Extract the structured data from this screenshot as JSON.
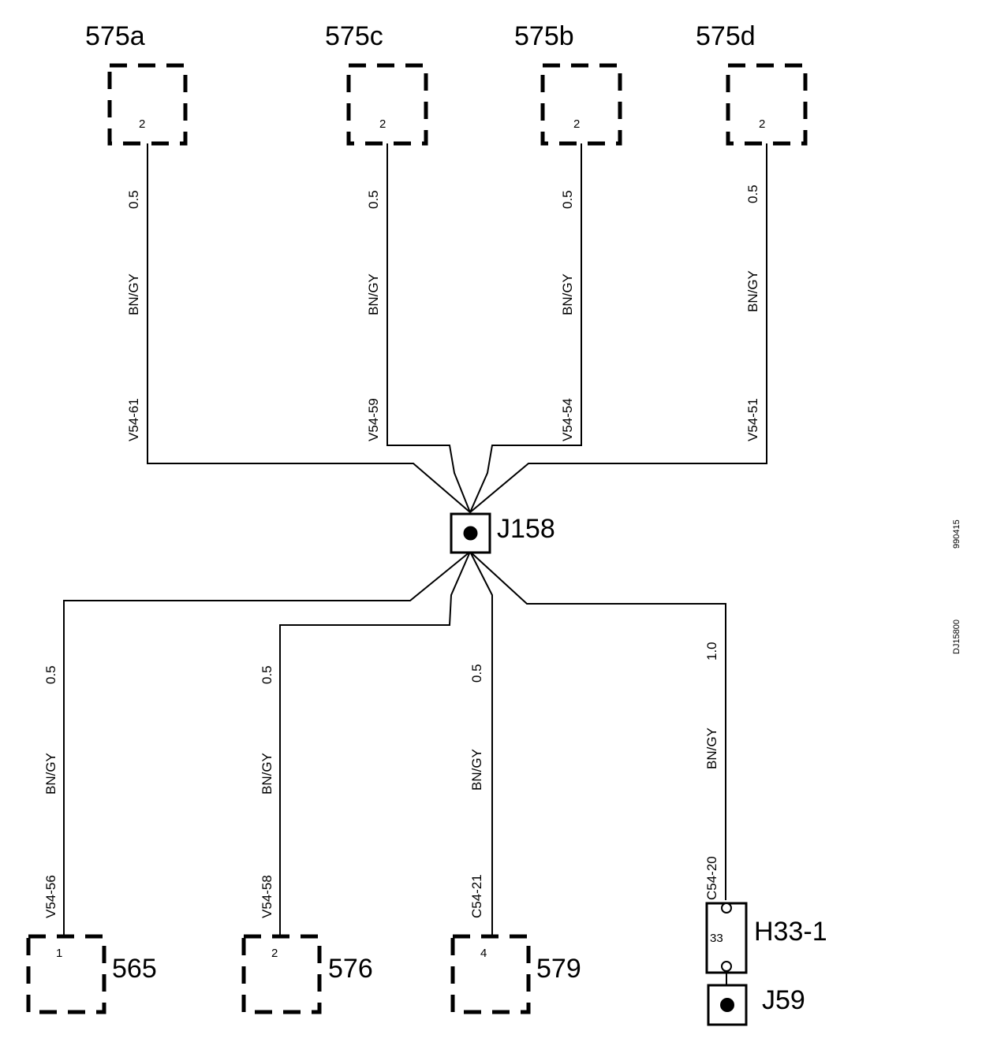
{
  "connectors_top": [
    {
      "id": "575a",
      "pin": "2"
    },
    {
      "id": "575c",
      "pin": "2"
    },
    {
      "id": "575b",
      "pin": "2"
    },
    {
      "id": "575d",
      "pin": "2"
    }
  ],
  "connectors_bottom": [
    {
      "id": "565",
      "pin": "1"
    },
    {
      "id": "576",
      "pin": "2"
    },
    {
      "id": "579",
      "pin": "4"
    }
  ],
  "wires_top": [
    {
      "size": "0.5",
      "color": "BN/GY",
      "circuit": "V54-61"
    },
    {
      "size": "0.5",
      "color": "BN/GY",
      "circuit": "V54-59"
    },
    {
      "size": "0.5",
      "color": "BN/GY",
      "circuit": "V54-54"
    },
    {
      "size": "0.5",
      "color": "BN/GY",
      "circuit": "V54-51"
    }
  ],
  "wires_bottom": [
    {
      "size": "0.5",
      "color": "BN/GY",
      "circuit": "V54-56"
    },
    {
      "size": "0.5",
      "color": "BN/GY",
      "circuit": "V54-58"
    },
    {
      "size": "0.5",
      "color": "BN/GY",
      "circuit": "C54-21"
    },
    {
      "size": "1.0",
      "color": "BN/GY",
      "circuit": "C54-20"
    }
  ],
  "splice": {
    "id": "J158"
  },
  "harness_connector": {
    "id": "H33-1",
    "pin": "33"
  },
  "ground_splice": {
    "id": "J59"
  },
  "side_codes": {
    "date": "990415",
    "drawing": "DJ15800"
  }
}
